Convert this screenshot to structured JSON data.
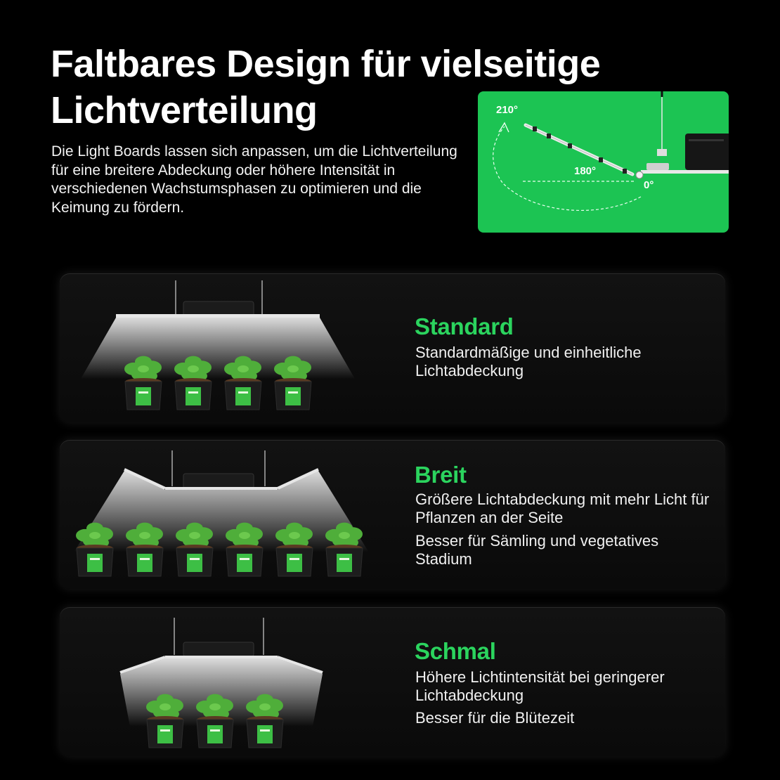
{
  "header": {
    "title": "Faltbares Design für vielseitige Lichtverteilung",
    "intro": "Die Light Boards lassen sich anpassen, um die Lichtverteilung für eine breitere Abdeckung oder höhere Intensität in verschiedenen Wachstumsphasen zu optimieren und die Keimung zu fördern."
  },
  "diagram": {
    "label_210": "210°",
    "label_180": "180°",
    "label_0": "0°",
    "background_color": "#1cc453"
  },
  "modes": [
    {
      "heading": "Standard",
      "lines": [
        "Standardmäßige und einheitliche Lichtabdeckung"
      ],
      "plant_count": 4
    },
    {
      "heading": "Breit",
      "lines": [
        "Größere Lichtabdeckung mit mehr Licht für Pflanzen an der Seite",
        "Besser für Sämling und vegetatives Stadium"
      ],
      "plant_count": 6
    },
    {
      "heading": "Schmal",
      "lines": [
        "Höhere Lichtintensität bei geringerer Lichtabdeckung",
        "Besser für die Blütezeit"
      ],
      "plant_count": 3
    }
  ],
  "colors": {
    "accent": "#2bd45e",
    "background": "#000000",
    "card": "#111111"
  }
}
